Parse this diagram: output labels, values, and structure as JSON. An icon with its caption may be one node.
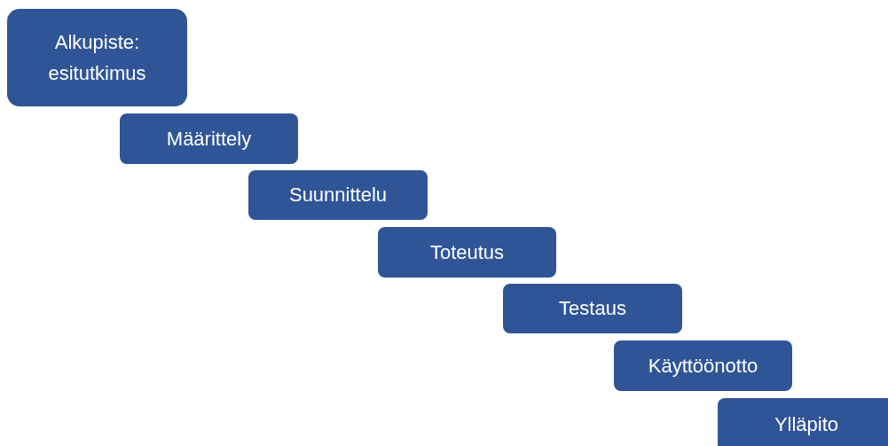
{
  "diagram": {
    "nodes": [
      {
        "text": [
          "Alkupiste: esitutkimus"
        ]
      },
      {
        "text": [
          "Määrittely"
        ]
      },
      {
        "text": [
          "Suunnittelu"
        ]
      },
      {
        "text": [
          "Toteutus"
        ]
      },
      {
        "text": [
          "Testaus"
        ]
      },
      {
        "text": [
          "Käyttöönotto"
        ]
      },
      {
        "text": [
          "Ylläpito"
        ]
      }
    ]
  }
}
